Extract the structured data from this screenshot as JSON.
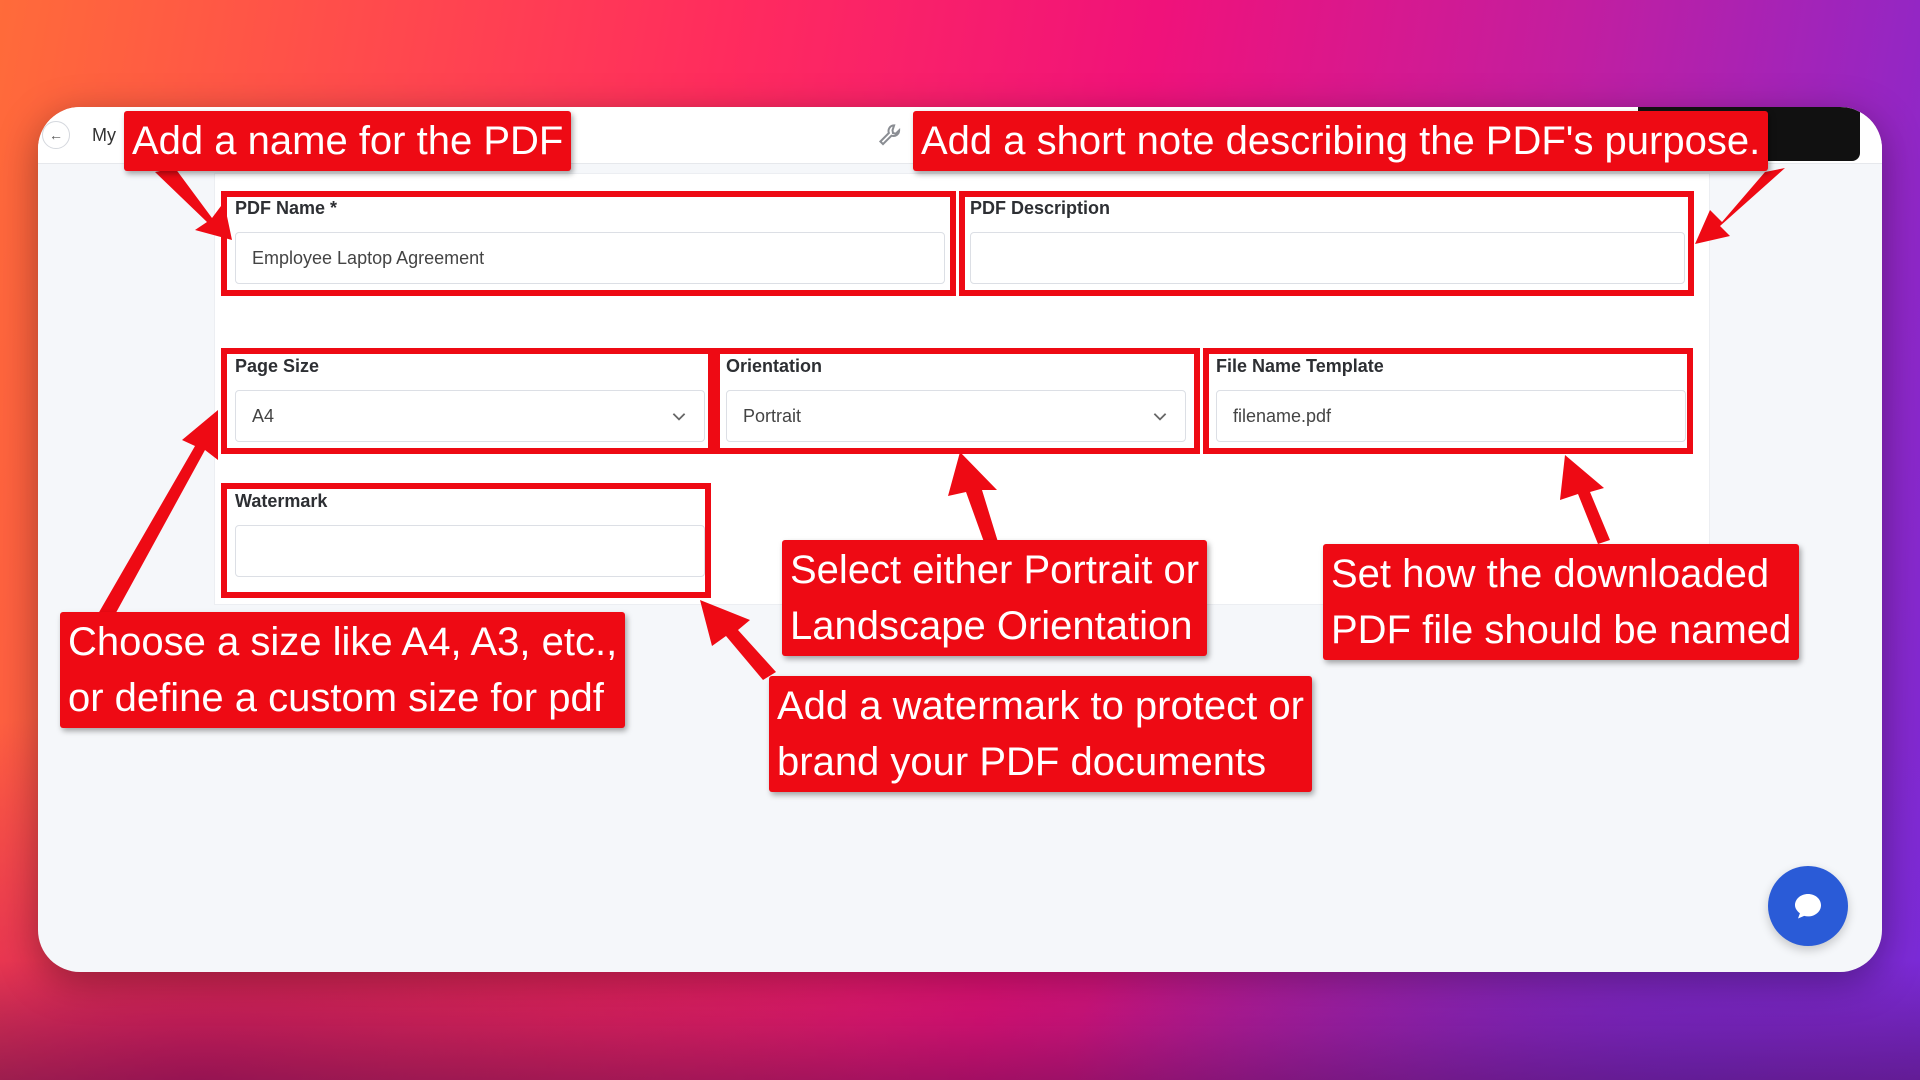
{
  "topbar": {
    "breadcrumb": "My"
  },
  "form": {
    "pdf_name": {
      "label": "PDF Name *",
      "value": "Employee Laptop Agreement"
    },
    "pdf_description": {
      "label": "PDF Description",
      "value": ""
    },
    "page_size": {
      "label": "Page Size",
      "value": "A4"
    },
    "orientation": {
      "label": "Orientation",
      "value": "Portrait"
    },
    "file_name_template": {
      "label": "File Name Template",
      "value": "filename.pdf"
    },
    "watermark": {
      "label": "Watermark",
      "value": ""
    }
  },
  "callouts": {
    "name": "Add a name for the PDF",
    "description": "Add a short note describing the PDF's purpose.",
    "size": [
      "Choose a size like A4, A3, etc.,",
      "or define a custom size for pdf"
    ],
    "orientation": [
      "Select either Portrait or",
      "Landscape Orientation"
    ],
    "file_name": [
      "Set how the downloaded",
      "PDF file should be named"
    ],
    "watermark": [
      "Add a watermark to protect or",
      "brand your PDF documents"
    ]
  },
  "icons": {
    "back": "arrow-left-icon",
    "tool": "wrench-icon",
    "dropdown": "chevron-down-icon",
    "chat": "chat-bubble-icon"
  },
  "colors": {
    "highlight": "#ee0a14",
    "chat_button": "#2a5bd7"
  }
}
